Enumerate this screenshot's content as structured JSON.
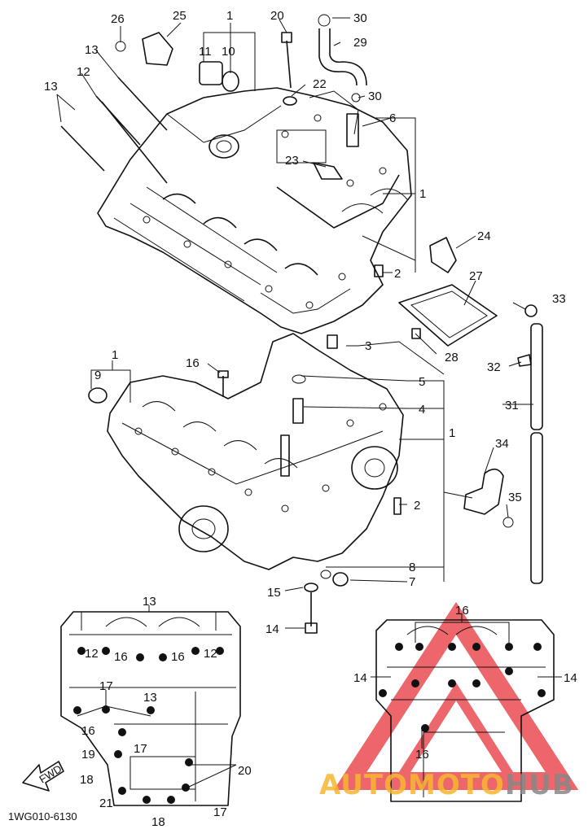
{
  "diagram_code": "1WG010-6130",
  "fwd_label": "FWD",
  "watermark": {
    "part1": "AUTO",
    "part2": "MOTO",
    "part3": "HUB",
    "color_auto": "#f7b731",
    "color_hub": "#888888",
    "logo_color": "#e8343a"
  },
  "callouts": {
    "c26": "26",
    "c25": "25",
    "c1top": "1",
    "c20top": "20",
    "c30a": "30",
    "c11": "11",
    "c10": "10",
    "c29": "29",
    "c13a": "13",
    "c12a": "12",
    "c22": "22",
    "c30b": "30",
    "c13b": "13",
    "c6": "6",
    "c23": "23",
    "c1r": "1",
    "c24": "24",
    "c2a": "2",
    "c27": "27",
    "c33": "33",
    "c3": "3",
    "c28": "28",
    "c1l": "1",
    "c9": "9",
    "c16a": "16",
    "c32": "32",
    "c5": "5",
    "c4": "4",
    "c31": "31",
    "c1m": "1",
    "c34": "34",
    "c2b": "2",
    "c35": "35",
    "c8": "8",
    "c15": "15",
    "c7": "7",
    "c14": "14",
    "b13": "13",
    "b12a": "12",
    "b16a": "16",
    "b16b": "16",
    "b12b": "12",
    "b17a": "17",
    "b13b": "13",
    "b16c": "16",
    "b17b": "17",
    "b19": "19",
    "b20": "20",
    "b18a": "18",
    "b21": "21",
    "b18b": "18",
    "b17c": "17",
    "r16top": "16",
    "r14l": "14",
    "r14r": "14",
    "r16b": "16"
  }
}
